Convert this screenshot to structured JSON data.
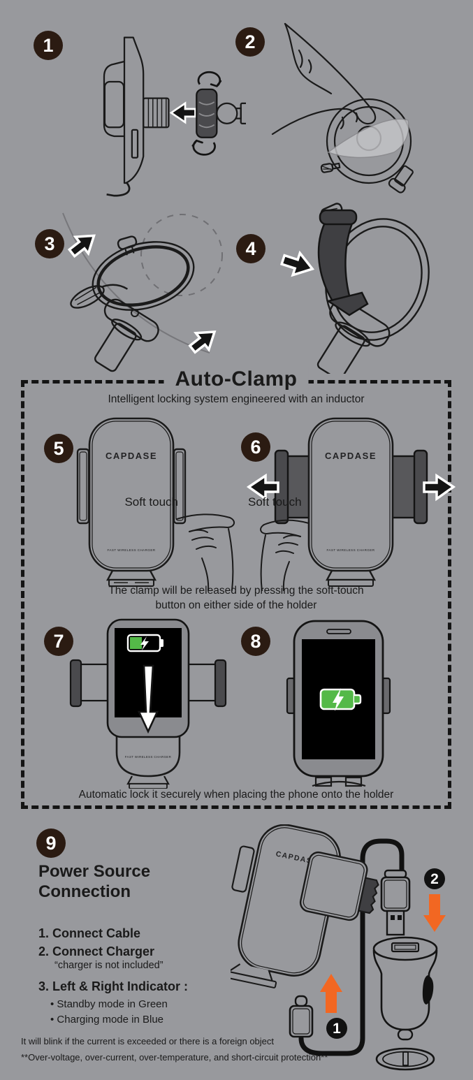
{
  "page": {
    "bg_color": "#98999D",
    "line_color": "#1A1A1A",
    "badge_color": "#2B1B12",
    "accent_orange": "#F26722",
    "battery_green": "#54B948"
  },
  "steps": {
    "s1": "1",
    "s2": "2",
    "s3": "3",
    "s4": "4",
    "s5": "5",
    "s6": "6",
    "s7": "7",
    "s8": "8",
    "s9": "9"
  },
  "auto_clamp": {
    "title": "Auto-Clamp",
    "subtitle": "Intelligent locking system engineered with an inductor",
    "soft_touch_left": "Soft touch",
    "soft_touch_right": "Soft touch",
    "release_caption_line1": "The clamp will be released by pressing the soft-touch",
    "release_caption_line2": "button on either side of the holder",
    "lock_caption": "Automatic lock it securely when placing the phone onto the holder"
  },
  "branding": {
    "logo": "CAPDASE",
    "logo_partial": "CAPDAS",
    "product_label": "FAST WIRELESS CHARGER"
  },
  "power_section": {
    "heading_line1": "Power Source",
    "heading_line2": "Connection",
    "item1": "1. Connect Cable",
    "item2": "2. Connect Charger",
    "item2_note": "“charger is not included”",
    "item3": "3. Left & Right Indicator :",
    "bullet1": "• Standby mode in Green",
    "bullet2": "• Charging mode in Blue",
    "footnote1": "It will blink if the current is exceeded or there is a foreign object",
    "footnote2": "**Over-voltage, over-current, over-temperature, and short-circuit protection**",
    "cable_step_badge": "1",
    "charger_step_badge": "2"
  },
  "icons": {
    "press_arrow": "block-arrow",
    "rotate_arrow": "rotation-arrow",
    "insert_arrow": "down-insert-arrow",
    "battery_charging_partial": "battery-charging-partial",
    "battery_charging_full": "battery-charging-full",
    "connect_arrow_up": "orange-up-arrow",
    "connect_arrow_down": "orange-down-arrow"
  }
}
